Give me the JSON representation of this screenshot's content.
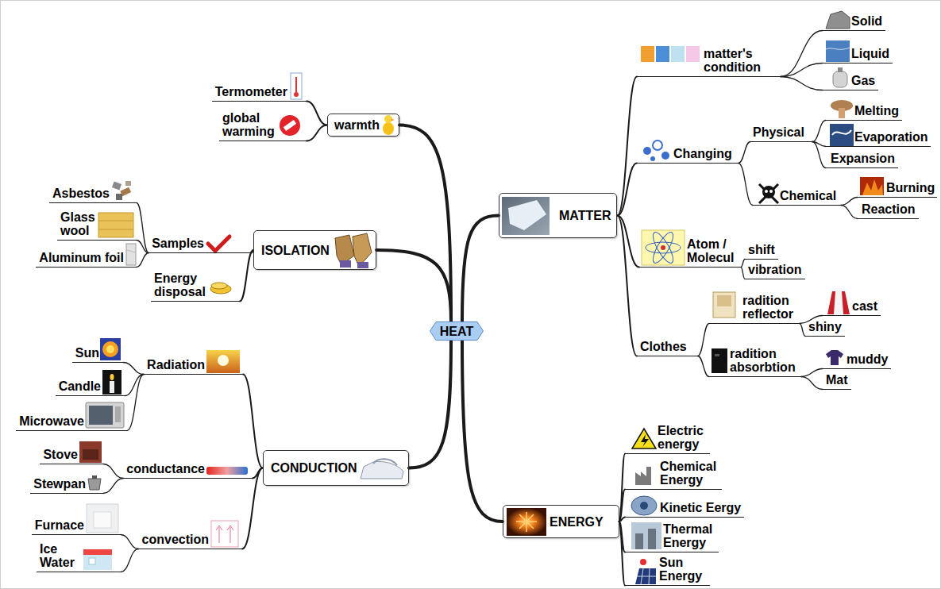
{
  "diagram": {
    "nodes": [
      {
        "text": [
          "HEAT"
        ]
      },
      {
        "text": [
          "warmth"
        ]
      },
      {
        "text": [
          "Termometer"
        ]
      },
      {
        "text": [
          "global warming"
        ]
      },
      {
        "text": [
          "ISOLATION"
        ]
      },
      {
        "text": [
          "Samples"
        ]
      },
      {
        "text": [
          "Asbestos"
        ]
      },
      {
        "text": [
          "Glass wool"
        ]
      },
      {
        "text": [
          "Aluminum foil"
        ]
      },
      {
        "text": [
          "Energy disposal"
        ]
      },
      {
        "text": [
          "CONDUCTION"
        ]
      },
      {
        "text": [
          "Radiation"
        ]
      },
      {
        "text": [
          "Sun"
        ]
      },
      {
        "text": [
          "Candle"
        ]
      },
      {
        "text": [
          "Microwave"
        ]
      },
      {
        "text": [
          "conductance"
        ]
      },
      {
        "text": [
          "Stove"
        ]
      },
      {
        "text": [
          "Stewpan"
        ]
      },
      {
        "text": [
          "convection"
        ]
      },
      {
        "text": [
          "Furnace"
        ]
      },
      {
        "text": [
          "Ice Water"
        ]
      },
      {
        "text": [
          "MATTER"
        ]
      },
      {
        "text": [
          "matter's condition"
        ]
      },
      {
        "text": [
          "Solid"
        ]
      },
      {
        "text": [
          "Liquid"
        ]
      },
      {
        "text": [
          "Gas"
        ]
      },
      {
        "text": [
          "Changing"
        ]
      },
      {
        "text": [
          "Physical"
        ]
      },
      {
        "text": [
          "Melting"
        ]
      },
      {
        "text": [
          "Evaporation"
        ]
      },
      {
        "text": [
          "Expansion"
        ]
      },
      {
        "text": [
          "Chemical"
        ]
      },
      {
        "text": [
          "Burning"
        ]
      },
      {
        "text": [
          "Reaction"
        ]
      },
      {
        "text": [
          "Atom / Molecul"
        ]
      },
      {
        "text": [
          "shift"
        ]
      },
      {
        "text": [
          "vibration"
        ]
      },
      {
        "text": [
          "Clothes"
        ]
      },
      {
        "text": [
          "radition reflector"
        ]
      },
      {
        "text": [
          "cast"
        ]
      },
      {
        "text": [
          "shiny"
        ]
      },
      {
        "text": [
          "radition absorbtion"
        ]
      },
      {
        "text": [
          "muddy"
        ]
      },
      {
        "text": [
          "Mat"
        ]
      },
      {
        "text": [
          "ENERGY"
        ]
      },
      {
        "text": [
          "Electric energy"
        ]
      },
      {
        "text": [
          "Chemical Energy"
        ]
      },
      {
        "text": [
          "Kinetic Eergy"
        ]
      },
      {
        "text": [
          "Thermal Energy"
        ]
      },
      {
        "text": [
          "Sun Energy"
        ]
      }
    ],
    "edges": [
      {
        "from": 0,
        "to": 1,
        "arrow": "none"
      },
      {
        "from": 0,
        "to": 4,
        "arrow": "none"
      },
      {
        "from": 0,
        "to": 10,
        "arrow": "none"
      },
      {
        "from": 0,
        "to": 21,
        "arrow": "none"
      },
      {
        "from": 0,
        "to": 44,
        "arrow": "none"
      },
      {
        "from": 1,
        "to": 2,
        "arrow": "none"
      },
      {
        "from": 1,
        "to": 3,
        "arrow": "none"
      },
      {
        "from": 4,
        "to": 5,
        "arrow": "none"
      },
      {
        "from": 4,
        "to": 9,
        "arrow": "none"
      },
      {
        "from": 5,
        "to": 6,
        "arrow": "none"
      },
      {
        "from": 5,
        "to": 7,
        "arrow": "none"
      },
      {
        "from": 5,
        "to": 8,
        "arrow": "none"
      },
      {
        "from": 10,
        "to": 11,
        "arrow": "none"
      },
      {
        "from": 10,
        "to": 15,
        "arrow": "none"
      },
      {
        "from": 10,
        "to": 18,
        "arrow": "none"
      },
      {
        "from": 11,
        "to": 12,
        "arrow": "none"
      },
      {
        "from": 11,
        "to": 13,
        "arrow": "none"
      },
      {
        "from": 11,
        "to": 14,
        "arrow": "none"
      },
      {
        "from": 15,
        "to": 16,
        "arrow": "none"
      },
      {
        "from": 15,
        "to": 17,
        "arrow": "none"
      },
      {
        "from": 18,
        "to": 19,
        "arrow": "none"
      },
      {
        "from": 18,
        "to": 20,
        "arrow": "none"
      },
      {
        "from": 21,
        "to": 22,
        "arrow": "none"
      },
      {
        "from": 21,
        "to": 26,
        "arrow": "none"
      },
      {
        "from": 21,
        "to": 34,
        "arrow": "none"
      },
      {
        "from": 21,
        "to": 37,
        "arrow": "none"
      },
      {
        "from": 22,
        "to": 23,
        "arrow": "none"
      },
      {
        "from": 22,
        "to": 24,
        "arrow": "none"
      },
      {
        "from": 22,
        "to": 25,
        "arrow": "none"
      },
      {
        "from": 26,
        "to": 27,
        "arrow": "none"
      },
      {
        "from": 26,
        "to": 31,
        "arrow": "none"
      },
      {
        "from": 27,
        "to": 28,
        "arrow": "none"
      },
      {
        "from": 27,
        "to": 29,
        "arrow": "none"
      },
      {
        "from": 27,
        "to": 30,
        "arrow": "none"
      },
      {
        "from": 31,
        "to": 32,
        "arrow": "none"
      },
      {
        "from": 31,
        "to": 33,
        "arrow": "none"
      },
      {
        "from": 34,
        "to": 35,
        "arrow": "none"
      },
      {
        "from": 34,
        "to": 36,
        "arrow": "none"
      },
      {
        "from": 37,
        "to": 38,
        "arrow": "none"
      },
      {
        "from": 37,
        "to": 41,
        "arrow": "none"
      },
      {
        "from": 38,
        "to": 39,
        "arrow": "none"
      },
      {
        "from": 38,
        "to": 40,
        "arrow": "none"
      },
      {
        "from": 41,
        "to": 42,
        "arrow": "none"
      },
      {
        "from": 41,
        "to": 43,
        "arrow": "none"
      },
      {
        "from": 44,
        "to": 45,
        "arrow": "none"
      },
      {
        "from": 44,
        "to": 46,
        "arrow": "none"
      },
      {
        "from": 44,
        "to": 47,
        "arrow": "none"
      },
      {
        "from": 44,
        "to": 48,
        "arrow": "none"
      },
      {
        "from": 44,
        "to": 49,
        "arrow": "none"
      }
    ]
  }
}
